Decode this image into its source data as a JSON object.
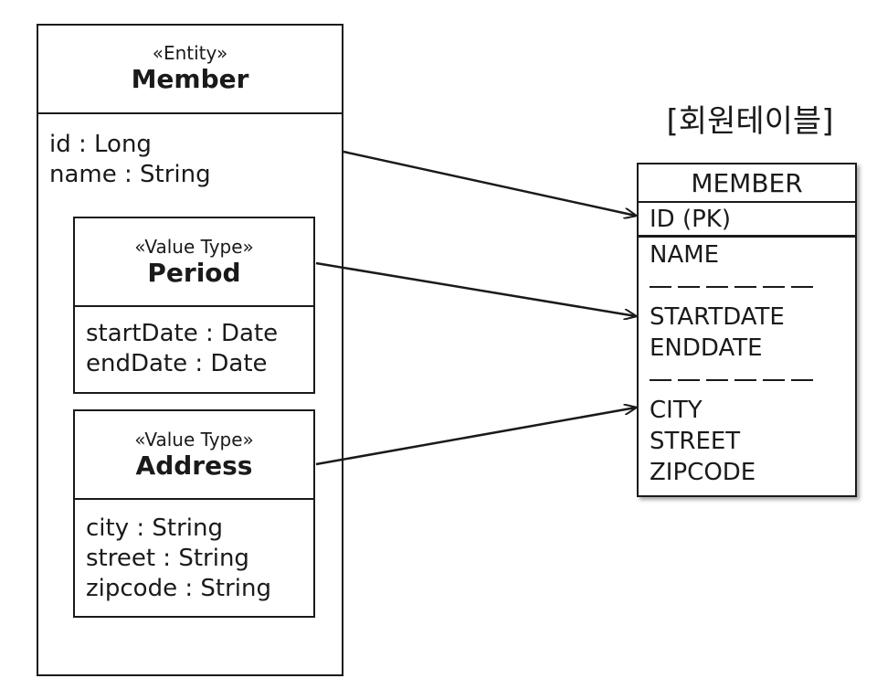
{
  "member_entity": {
    "stereotype": "«Entity»",
    "name": "Member",
    "attributes": [
      "id : Long",
      "name : String"
    ]
  },
  "period": {
    "stereotype": "«Value Type»",
    "name": "Period",
    "attributes": [
      "startDate : Date",
      "endDate : Date"
    ]
  },
  "address": {
    "stereotype": "«Value Type»",
    "name": "Address",
    "attributes": [
      "city : String",
      "street : String",
      "zipcode : String"
    ]
  },
  "table": {
    "caption": "[회원테이블]",
    "name": "MEMBER",
    "pk_column": "ID (PK)",
    "columns_group1": [
      "NAME"
    ],
    "columns_group2": [
      "STARTDATE",
      "ENDDATE"
    ],
    "columns_group3": [
      "CITY",
      "STREET",
      "ZIPCODE"
    ]
  },
  "colors": {
    "line": "#1a1a1a",
    "background": "#ffffff"
  }
}
